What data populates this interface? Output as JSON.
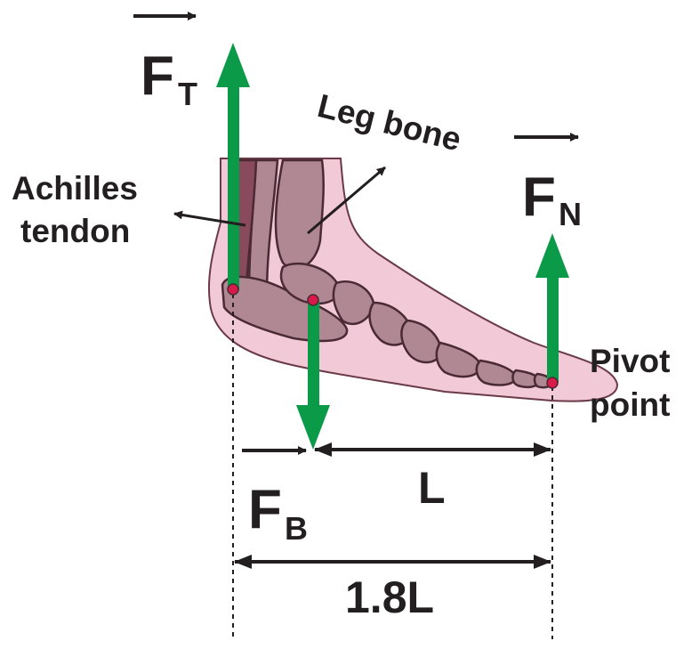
{
  "labels": {
    "achilles_line1": "Achilles",
    "achilles_line2": "tendon",
    "leg_bone": "Leg bone",
    "pivot_line1": "Pivot",
    "pivot_line2": "point"
  },
  "forces": {
    "tension": {
      "symbol": "F",
      "subscript": "T"
    },
    "normal": {
      "symbol": "F",
      "subscript": "N"
    },
    "bone": {
      "symbol": "F",
      "subscript": "B"
    }
  },
  "dimensions": {
    "short": "L",
    "long": "1.8L"
  },
  "colors": {
    "force_arrow": "#0a9a48",
    "skin": "#f2c9d6",
    "bone": "#b08894",
    "bone_outline": "#4a2a35",
    "tendon": "#8a4a5e",
    "point": "#d8194a",
    "ink": "#231f20"
  }
}
